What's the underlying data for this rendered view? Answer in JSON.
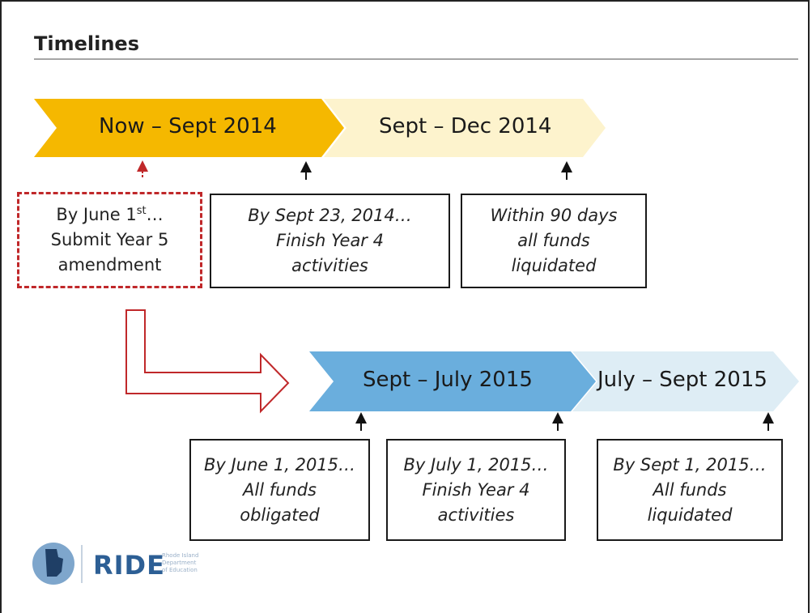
{
  "title": "Timelines",
  "top_row": {
    "phase_1": "Now – Sept 2014",
    "phase_2": "Sept – Dec 2014",
    "box_1": {
      "line1_prefix": "By June 1",
      "line1_sup": "st",
      "line1_suffix": "…",
      "line2": "Submit Year 5",
      "line3": "amendment"
    },
    "box_2": {
      "line1": "By Sept 23, 2014…",
      "line2": "Finish Year 4",
      "line3": "activities"
    },
    "box_3": {
      "line1": "Within 90 days",
      "line2": "all funds",
      "line3": "liquidated"
    }
  },
  "bottom_row": {
    "phase_1": "Sept – July 2015",
    "phase_2": "July – Sept 2015",
    "box_1": {
      "line1": "By June 1, 2015…",
      "line2": "All funds",
      "line3": "obligated"
    },
    "box_2": {
      "line1": "By July 1, 2015…",
      "line2": "Finish Year 4",
      "line3": "activities"
    },
    "box_3": {
      "line1": "By Sept 1, 2015…",
      "line2": "All funds",
      "line3": "liquidated"
    }
  },
  "logo": {
    "name": "RIDE",
    "subtitle_line1": "Rhode Island",
    "subtitle_line2": "Department",
    "subtitle_line3": "of Education"
  },
  "colors": {
    "gold": "#f5b800",
    "pale_gold": "#fdf3cd",
    "blue": "#6aaedd",
    "pale_blue": "#deedf5",
    "red": "#c0282a"
  }
}
